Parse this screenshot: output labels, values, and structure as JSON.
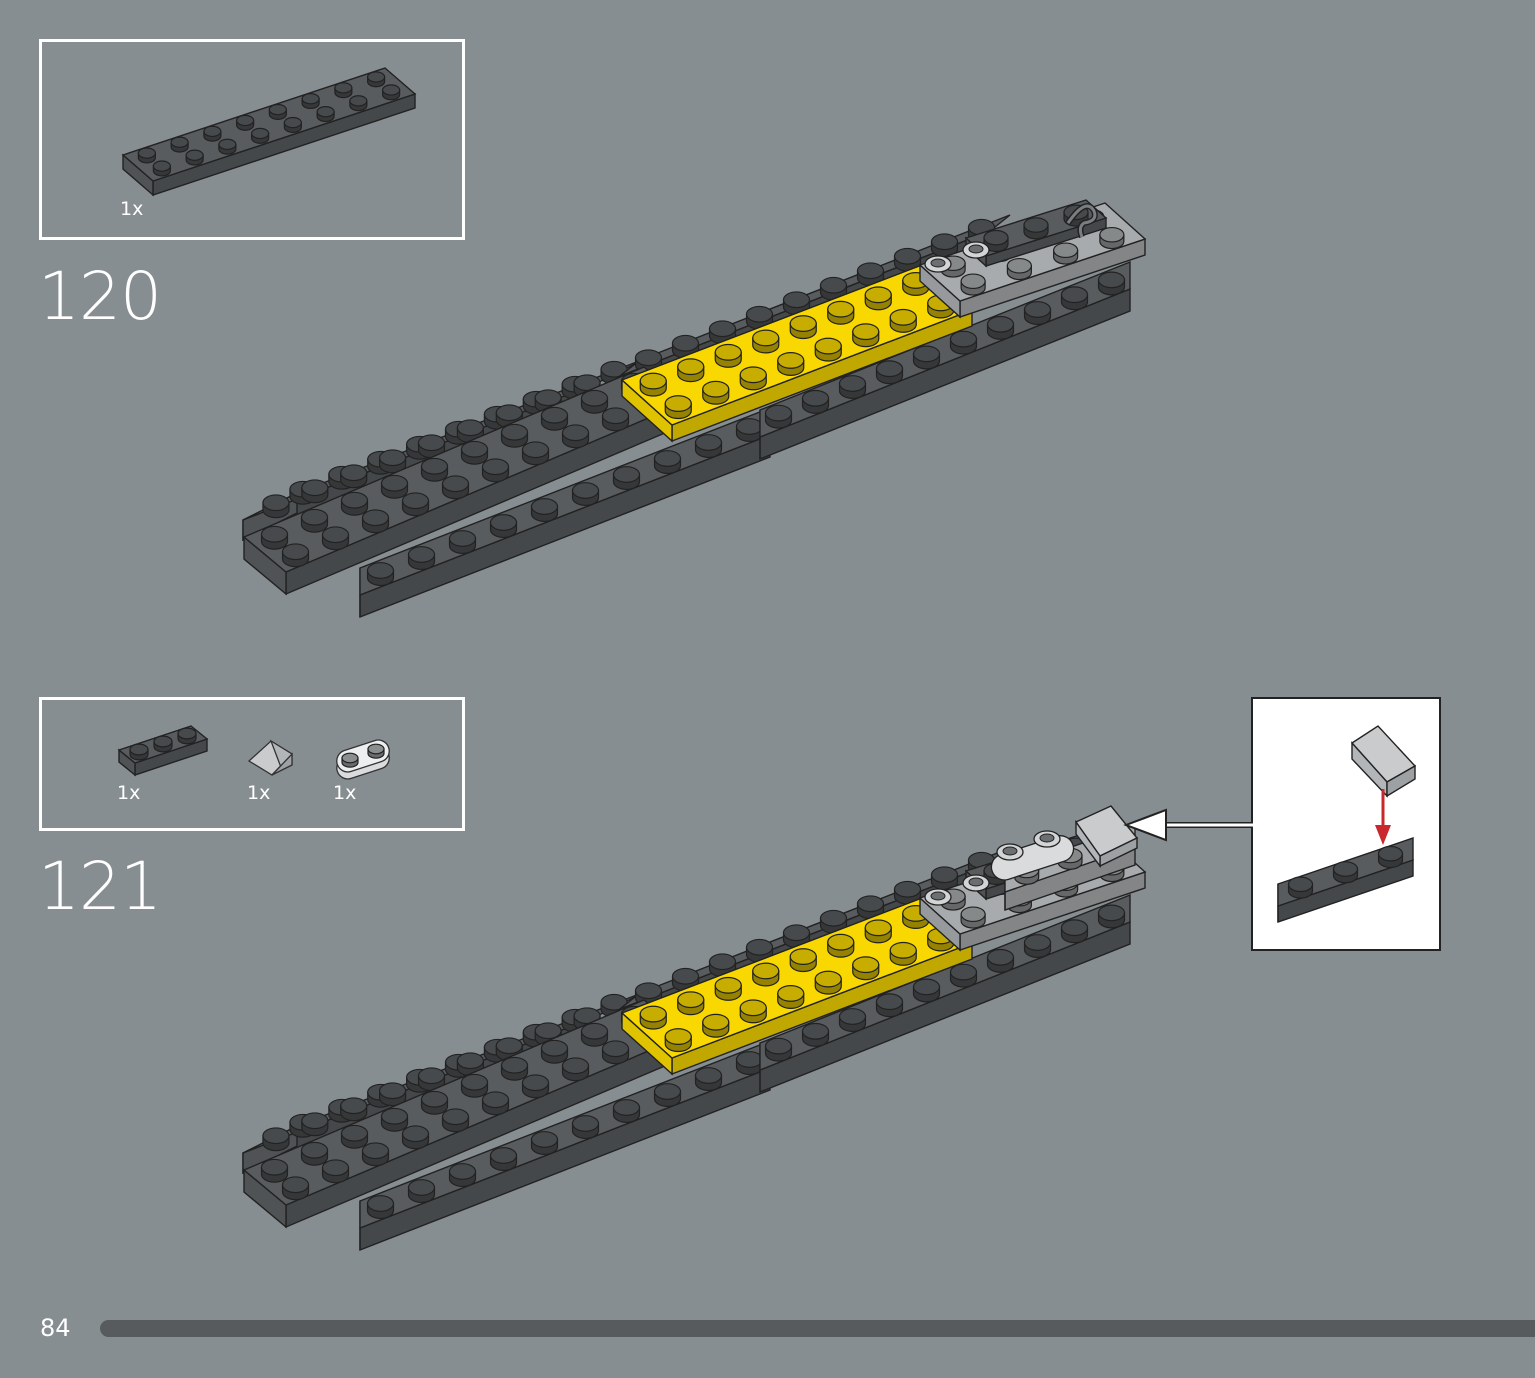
{
  "steps": [
    {
      "number": "120",
      "parts": [
        {
          "qty": "1x",
          "part": "dark-gray-plate-2x8"
        }
      ]
    },
    {
      "number": "121",
      "parts": [
        {
          "qty": "1x",
          "part": "dark-gray-plate-1x3"
        },
        {
          "qty": "1x",
          "part": "light-gray-slope"
        },
        {
          "qty": "1x",
          "part": "light-gray-plate-1x2-rounded"
        }
      ],
      "callout": {
        "description": "slope-onto-plate-1x3"
      }
    }
  ],
  "footer": {
    "page_number": "84"
  },
  "colors": {
    "background": "#878e92",
    "dark_gray": "#595c5f",
    "light_gray": "#a8abad",
    "yellow": "#f8d800",
    "arrow_red": "#c8282e",
    "progress_bar": "#575b5d"
  }
}
